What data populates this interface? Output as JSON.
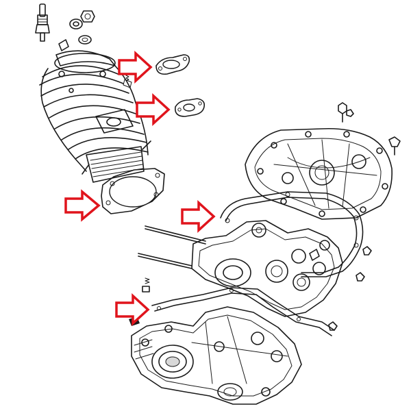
{
  "diagram": {
    "parts": [
      {
        "id": "spark-plug",
        "icon": "spark-plug-icon"
      },
      {
        "id": "cylinder-head",
        "icon": "cylinder-head-icon"
      },
      {
        "id": "exhaust-gasket",
        "icon": "gasket-icon",
        "highlighted": true
      },
      {
        "id": "intake-gasket",
        "icon": "gasket-icon",
        "highlighted": true
      },
      {
        "id": "cylinder-barrel",
        "icon": "cylinder-icon"
      },
      {
        "id": "cylinder-base-gasket",
        "icon": "gasket-icon",
        "highlighted": true
      },
      {
        "id": "clutch-cover",
        "icon": "cover-icon"
      },
      {
        "id": "clutch-cover-gasket",
        "icon": "gasket-icon",
        "highlighted": true
      },
      {
        "id": "crankcase-half-right",
        "icon": "crankcase-icon"
      },
      {
        "id": "crankcase-center-gasket",
        "icon": "gasket-icon",
        "highlighted": true
      },
      {
        "id": "crankcase-half-left",
        "icon": "crankcase-icon"
      }
    ],
    "arrows": [
      {
        "target": "exhaust-gasket",
        "direction": "right"
      },
      {
        "target": "intake-gasket",
        "direction": "right"
      },
      {
        "target": "cylinder-base-gasket",
        "direction": "right"
      },
      {
        "target": "clutch-cover-gasket",
        "direction": "right"
      },
      {
        "target": "crankcase-center-gasket",
        "direction": "right"
      }
    ],
    "colors": {
      "arrow_stroke": "#e0141c",
      "arrow_fill": "#ffffff",
      "line_art": "#1a1a1a",
      "background": "#ffffff"
    }
  }
}
